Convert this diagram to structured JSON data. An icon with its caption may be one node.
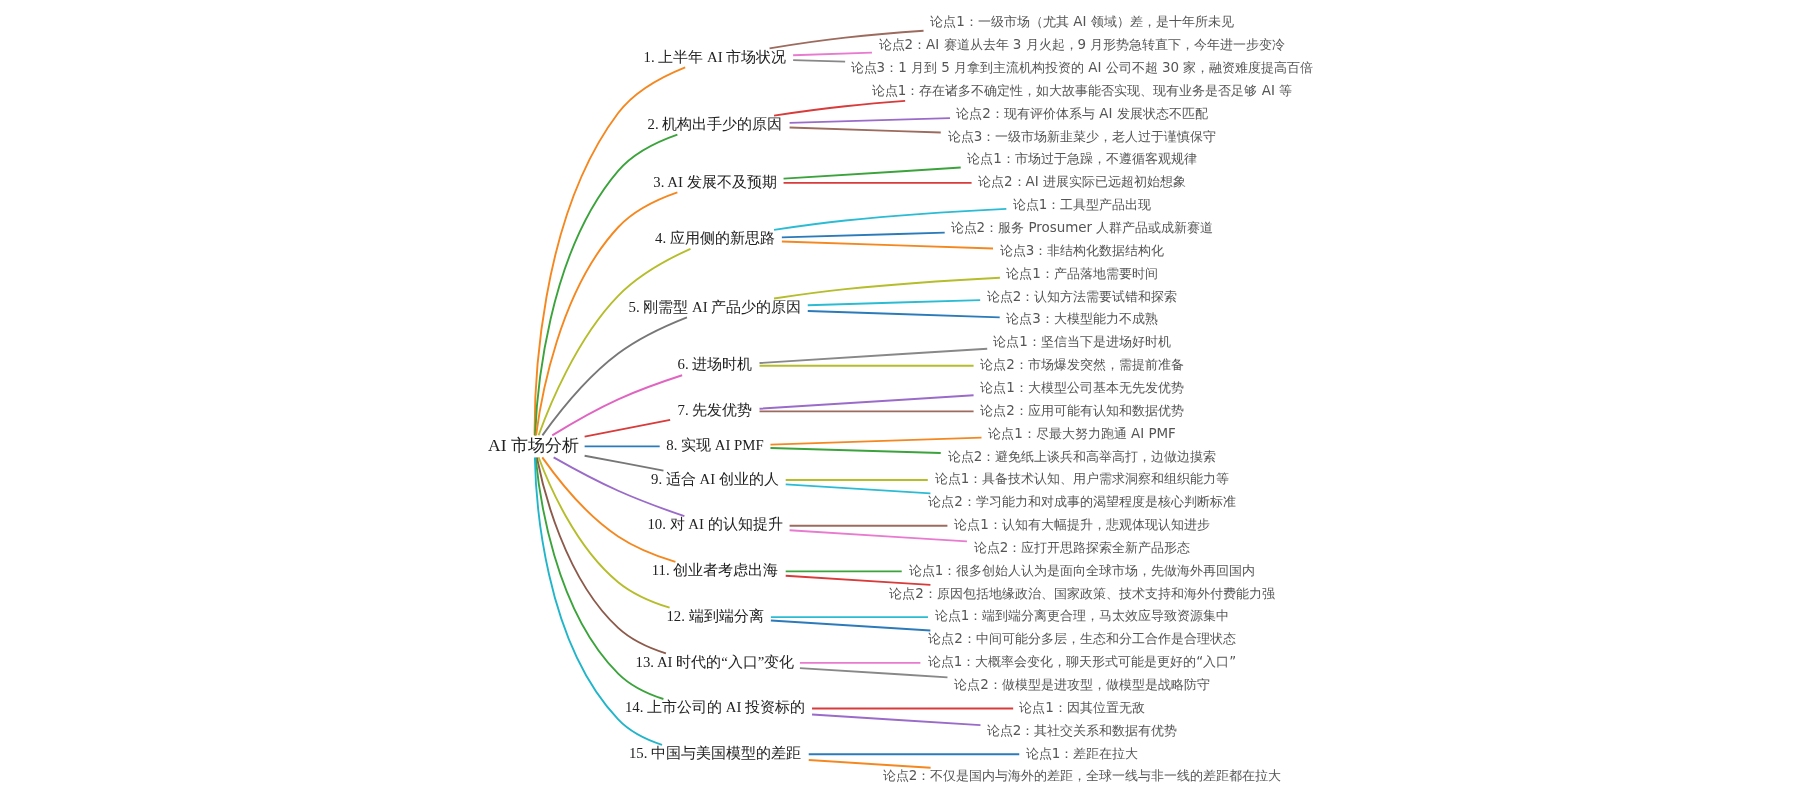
{
  "diagram": {
    "nodes": [
      {
        "text": [
          "AI 市场分析"
        ]
      },
      {
        "text": [
          "1. 上半年 AI 市场状况"
        ]
      },
      {
        "text": [
          "论点1：一级市场（尤其 AI 领域）差，是十年所未见"
        ]
      },
      {
        "text": [
          "论点2：AI 赛道从去年 3 月火起，9 月形势急转直下，今年进一步变冷"
        ]
      },
      {
        "text": [
          "论点3：1 月到 5 月拿到主流机构投资的 AI 公司不超 30 家，融资难度提高百倍"
        ]
      },
      {
        "text": [
          "2. 机构出手少的原因"
        ]
      },
      {
        "text": [
          "论点1：存在诸多不确定性，如大故事能否实现、现有业务是否足够 AI 等"
        ]
      },
      {
        "text": [
          "论点2：现有评价体系与 AI 发展状态不匹配"
        ]
      },
      {
        "text": [
          "论点3：一级市场新韭菜少，老人过于谨慎保守"
        ]
      },
      {
        "text": [
          "3. AI 发展不及预期"
        ]
      },
      {
        "text": [
          "论点1：市场过于急躁，不遵循客观规律"
        ]
      },
      {
        "text": [
          "论点2：AI 进展实际已远超初始想象"
        ]
      },
      {
        "text": [
          "4. 应用侧的新思路"
        ]
      },
      {
        "text": [
          "论点1：工具型产品出现"
        ]
      },
      {
        "text": [
          "论点2：服务 Prosumer 人群产品或成新赛道"
        ]
      },
      {
        "text": [
          "论点3：非结构化数据结构化"
        ]
      },
      {
        "text": [
          "5. 刚需型 AI 产品少的原因"
        ]
      },
      {
        "text": [
          "论点1：产品落地需要时间"
        ]
      },
      {
        "text": [
          "论点2：认知方法需要试错和探索"
        ]
      },
      {
        "text": [
          "论点3：大模型能力不成熟"
        ]
      },
      {
        "text": [
          "6. 进场时机"
        ]
      },
      {
        "text": [
          "论点1：坚信当下是进场好时机"
        ]
      },
      {
        "text": [
          "论点2：市场爆发突然，需提前准备"
        ]
      },
      {
        "text": [
          "7. 先发优势"
        ]
      },
      {
        "text": [
          "论点1：大模型公司基本无先发优势"
        ]
      },
      {
        "text": [
          "论点2：应用可能有认知和数据优势"
        ]
      },
      {
        "text": [
          "8. 实现 AI PMF"
        ]
      },
      {
        "text": [
          "论点1：尽最大努力跑通 AI PMF"
        ]
      },
      {
        "text": [
          "论点2：避免纸上谈兵和高举高打，边做边摸索"
        ]
      },
      {
        "text": [
          "9. 适合 AI 创业的人"
        ]
      },
      {
        "text": [
          "论点1：具备技术认知、用户需求洞察和组织能力等"
        ]
      },
      {
        "text": [
          "论点2：学习能力和对成事的渴望程度是核心判断标准"
        ]
      },
      {
        "text": [
          "10. 对 AI 的认知提升"
        ]
      },
      {
        "text": [
          "论点1：认知有大幅提升，悲观体现认知进步"
        ]
      },
      {
        "text": [
          "论点2：应打开思路探索全新产品形态"
        ]
      },
      {
        "text": [
          "11. 创业者考虑出海"
        ]
      },
      {
        "text": [
          "论点1：很多创始人认为是面向全球市场，先做海外再回国内"
        ]
      },
      {
        "text": [
          "论点2：原因包括地缘政治、国家政策、技术支持和海外付费能力强"
        ]
      },
      {
        "text": [
          "12. 端到端分离"
        ]
      },
      {
        "text": [
          "论点1：端到端分离更合理，马太效应导致资源集中"
        ]
      },
      {
        "text": [
          "论点2：中间可能分多层，生态和分工合作是合理状态"
        ]
      },
      {
        "text": [
          "13. AI 时代的“入口”变化"
        ]
      },
      {
        "text": [
          "论点1：大概率会变化，聊天形式可能是更好的“入口”"
        ]
      },
      {
        "text": [
          "论点2：做模型是进攻型，做模型是战略防守"
        ]
      },
      {
        "text": [
          "14. 上市公司的 AI 投资标的"
        ]
      },
      {
        "text": [
          "论点1：因其位置无敌"
        ]
      },
      {
        "text": [
          "论点2：其社交关系和数据有优势"
        ]
      },
      {
        "text": [
          "15. 中国与美国模型的差距"
        ]
      },
      {
        "text": [
          "论点1：差距在拉大"
        ]
      },
      {
        "text": [
          "论点2：不仅是国内与海外的差距，全球一线与非一线的差距都在拉大"
        ]
      }
    ],
    "edges": [
      {
        "from": 0,
        "to": 1,
        "arrow": "none",
        "color": "#f5871f"
      },
      {
        "from": 1,
        "to": 2,
        "arrow": "none",
        "color": "#9c6b5e"
      },
      {
        "from": 1,
        "to": 3,
        "arrow": "none",
        "color": "#e87ad0"
      },
      {
        "from": 1,
        "to": 4,
        "arrow": "none",
        "color": "#888888"
      },
      {
        "from": 0,
        "to": 5,
        "arrow": "none",
        "color": "#3ba33b"
      },
      {
        "from": 5,
        "to": 6,
        "arrow": "none",
        "color": "#d93a3a"
      },
      {
        "from": 5,
        "to": 7,
        "arrow": "none",
        "color": "#9a6bc9"
      },
      {
        "from": 5,
        "to": 8,
        "arrow": "none",
        "color": "#9c6b5e"
      },
      {
        "from": 0,
        "to": 9,
        "arrow": "none",
        "color": "#f5871f"
      },
      {
        "from": 9,
        "to": 10,
        "arrow": "none",
        "color": "#3ba33b"
      },
      {
        "from": 9,
        "to": 11,
        "arrow": "none",
        "color": "#d93a3a"
      },
      {
        "from": 0,
        "to": 12,
        "arrow": "none",
        "color": "#b5bd2a"
      },
      {
        "from": 12,
        "to": 13,
        "arrow": "none",
        "color": "#2bbcd4"
      },
      {
        "from": 12,
        "to": 14,
        "arrow": "none",
        "color": "#2b7bba"
      },
      {
        "from": 12,
        "to": 15,
        "arrow": "none",
        "color": "#f5871f"
      },
      {
        "from": 0,
        "to": 16,
        "arrow": "none",
        "color": "#777777"
      },
      {
        "from": 16,
        "to": 17,
        "arrow": "none",
        "color": "#b5bd2a"
      },
      {
        "from": 16,
        "to": 18,
        "arrow": "none",
        "color": "#2bbcd4"
      },
      {
        "from": 16,
        "to": 19,
        "arrow": "none",
        "color": "#2b7bba"
      },
      {
        "from": 0,
        "to": 20,
        "arrow": "none",
        "color": "#e065c0"
      },
      {
        "from": 20,
        "to": 21,
        "arrow": "none",
        "color": "#888888"
      },
      {
        "from": 20,
        "to": 22,
        "arrow": "none",
        "color": "#b5bd2a"
      },
      {
        "from": 0,
        "to": 23,
        "arrow": "none",
        "color": "#d93a3a"
      },
      {
        "from": 23,
        "to": 24,
        "arrow": "none",
        "color": "#9a6bc9"
      },
      {
        "from": 23,
        "to": 25,
        "arrow": "none",
        "color": "#9c6b5e"
      },
      {
        "from": 0,
        "to": 26,
        "arrow": "none",
        "color": "#2b7bba"
      },
      {
        "from": 26,
        "to": 27,
        "arrow": "none",
        "color": "#f5871f"
      },
      {
        "from": 26,
        "to": 28,
        "arrow": "none",
        "color": "#3ba33b"
      },
      {
        "from": 0,
        "to": 29,
        "arrow": "none",
        "color": "#777777"
      },
      {
        "from": 29,
        "to": 30,
        "arrow": "none",
        "color": "#b5bd2a"
      },
      {
        "from": 29,
        "to": 31,
        "arrow": "none",
        "color": "#2bbcd4"
      },
      {
        "from": 0,
        "to": 32,
        "arrow": "none",
        "color": "#9a6bc9"
      },
      {
        "from": 32,
        "to": 33,
        "arrow": "none",
        "color": "#9c6b5e"
      },
      {
        "from": 32,
        "to": 34,
        "arrow": "none",
        "color": "#e87ad0"
      },
      {
        "from": 0,
        "to": 35,
        "arrow": "none",
        "color": "#f5871f"
      },
      {
        "from": 35,
        "to": 36,
        "arrow": "none",
        "color": "#3ba33b"
      },
      {
        "from": 35,
        "to": 37,
        "arrow": "none",
        "color": "#d93a3a"
      },
      {
        "from": 0,
        "to": 38,
        "arrow": "none",
        "color": "#b5bd2a"
      },
      {
        "from": 38,
        "to": 39,
        "arrow": "none",
        "color": "#2bbcd4"
      },
      {
        "from": 38,
        "to": 40,
        "arrow": "none",
        "color": "#2b7bba"
      },
      {
        "from": 0,
        "to": 41,
        "arrow": "none",
        "color": "#8c5a4a"
      },
      {
        "from": 41,
        "to": 42,
        "arrow": "none",
        "color": "#e87ad0"
      },
      {
        "from": 41,
        "to": 43,
        "arrow": "none",
        "color": "#888888"
      },
      {
        "from": 0,
        "to": 44,
        "arrow": "none",
        "color": "#3ba33b"
      },
      {
        "from": 44,
        "to": 45,
        "arrow": "none",
        "color": "#d93a3a"
      },
      {
        "from": 44,
        "to": 46,
        "arrow": "none",
        "color": "#9a6bc9"
      },
      {
        "from": 0,
        "to": 47,
        "arrow": "none",
        "color": "#21b5c9"
      },
      {
        "from": 47,
        "to": 48,
        "arrow": "none",
        "color": "#2b7bba"
      },
      {
        "from": 47,
        "to": 49,
        "arrow": "none",
        "color": "#f5871f"
      }
    ]
  }
}
